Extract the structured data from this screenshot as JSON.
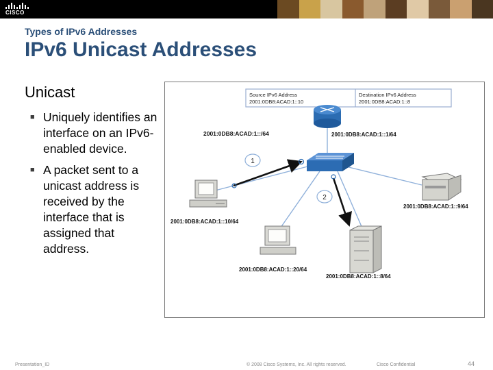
{
  "header": {
    "logo_text": "CISCO",
    "photo_tones": [
      "#6b4a22",
      "#c9a24a",
      "#d8c6a0",
      "#8a5a2e",
      "#bfa27a",
      "#5b3d22",
      "#e0c9a6",
      "#7a5a3a",
      "#caa070",
      "#4a3620"
    ]
  },
  "slide": {
    "subtitle": "Types of IPv6 Addresses",
    "title": "IPv6 Unicast Addresses",
    "section_heading": "Unicast",
    "bullets": [
      "Uniquely identifies an interface on an IPv6-enabled device.",
      "A packet sent to a unicast address is received by the interface that is assigned that address."
    ]
  },
  "diagram": {
    "table": {
      "source_header": "Source IPv6 Address",
      "source_value": "2001:0DB8:ACAD:1::10",
      "dest_header": "Destination IPv6 Address",
      "dest_value": "2001:0DB8:ACAD:1::8"
    },
    "router_left_label": "2001:0DB8:ACAD:1::/64",
    "router_right_label": "2001:0DB8:ACAD:1::1/64",
    "step1": "1",
    "step2": "2",
    "pc_left_label": "2001:0DB8:ACAD:1::10/64",
    "pc_bottom_label": "2001:0DB8:ACAD:1::20/64",
    "printer_label": "2001:0DB8:ACAD:1::9/64",
    "server_label": "2001:0DB8:ACAD:1::8/64"
  },
  "footer": {
    "left": "Presentation_ID",
    "center": "© 2008 Cisco Systems, Inc. All rights reserved.",
    "confidential": "Cisco Confidential",
    "page_number": "44"
  }
}
